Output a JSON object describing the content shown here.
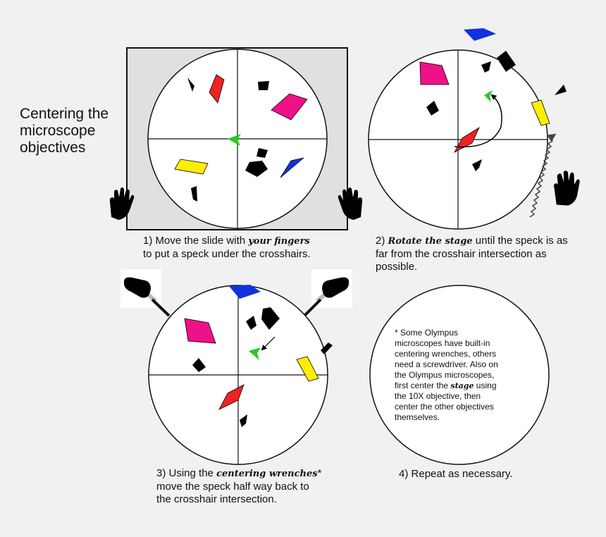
{
  "title": [
    "Centering the",
    "microscope",
    "objectives"
  ],
  "steps": [
    {
      "number": "1)",
      "lines": [
        {
          "before": "Move the slide with ",
          "em": "your fingers",
          "after": ""
        },
        {
          "before": "to put a speck under the crosshairs.",
          "em": "",
          "after": ""
        }
      ]
    },
    {
      "number": "2)",
      "lines": [
        {
          "before": "",
          "em": "Rotate the stage",
          "after": " until the speck is as"
        },
        {
          "before": "far from the crosshair intersection as",
          "em": "",
          "after": ""
        },
        {
          "before": "possible.",
          "em": "",
          "after": ""
        }
      ]
    },
    {
      "number": "3)",
      "lines": [
        {
          "before": "Using the ",
          "em": "centering wrenches",
          "after": "*"
        },
        {
          "before": "move the speck half way back to",
          "em": "",
          "after": ""
        },
        {
          "before": "the crosshair intersection.",
          "em": "",
          "after": ""
        }
      ]
    },
    {
      "number": "4)",
      "lines": [
        {
          "before": "Repeat as necessary.",
          "em": "",
          "after": ""
        }
      ]
    }
  ],
  "footnote": [
    {
      "before": "* Some Olympus",
      "em": "",
      "after": ""
    },
    {
      "before": "microscopes have built-in",
      "em": "",
      "after": ""
    },
    {
      "before": "centering wrenches, others",
      "em": "",
      "after": ""
    },
    {
      "before": "need a screwdriver. Also on",
      "em": "",
      "after": ""
    },
    {
      "before": "the Olympus microscopes,",
      "em": "",
      "after": ""
    },
    {
      "before": "first center the ",
      "em": "stage",
      "after": " using"
    },
    {
      "before": "the 10X objective, then",
      "em": "",
      "after": ""
    },
    {
      "before": "center the other objectives",
      "em": "",
      "after": ""
    },
    {
      "before": "themselves.",
      "em": "",
      "after": ""
    }
  ],
  "colors": {
    "background": "#f1f1f1",
    "slide": "#e0e0e0",
    "speck": "#22cc22",
    "red": "#ee2222",
    "magenta": "#ee1188",
    "yellow": "#ffee00",
    "blue": "#1133dd",
    "black": "#000000"
  },
  "icons": [
    "hand-icon",
    "wrench-hand-icon",
    "rotation-arrow-icon",
    "wavy-arrow-icon",
    "speck-icon"
  ]
}
